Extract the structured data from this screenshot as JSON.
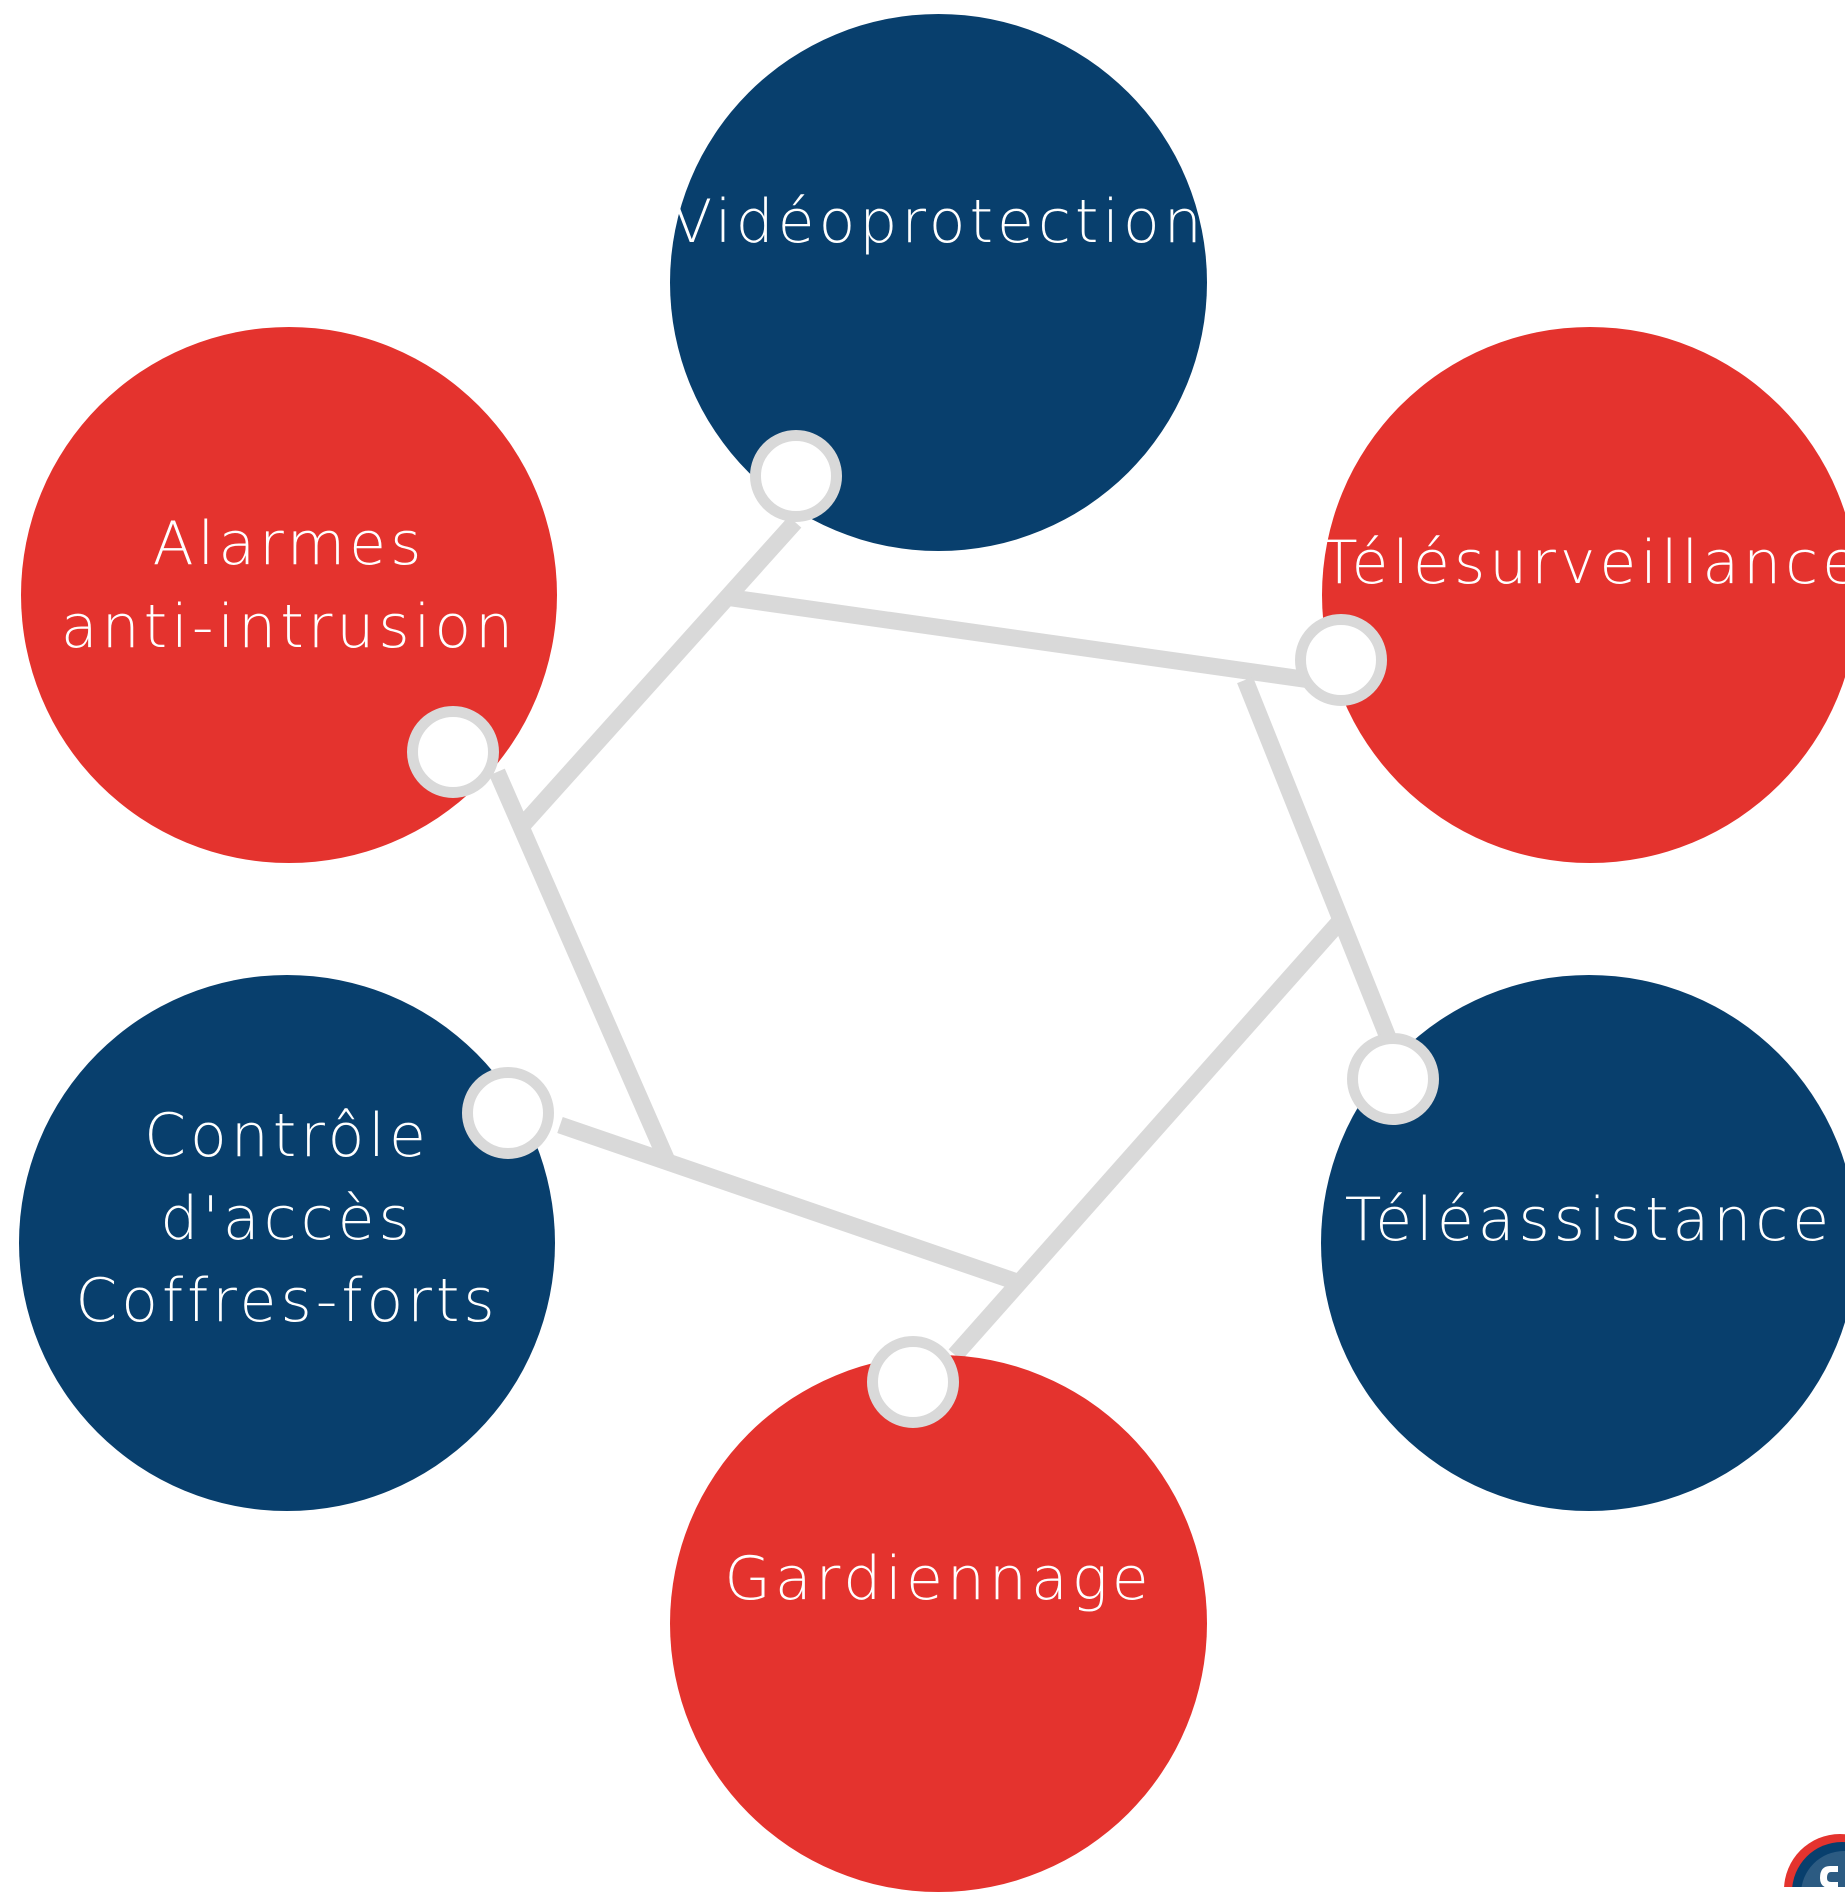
{
  "colors": {
    "red": "#e4332e",
    "navy": "#083f6d",
    "connector": "#d9d9d9",
    "background": "#ffffff"
  },
  "nodes": [
    {
      "id": "videoprotection",
      "label": "Vidéoprotection",
      "color": "navy"
    },
    {
      "id": "alarmes",
      "label": "Alarmes\nanti-intrusion",
      "color": "red"
    },
    {
      "id": "telesurveillance",
      "label": "Télésurveillance",
      "color": "red"
    },
    {
      "id": "controle",
      "label": "Contrôle d'accès\nCoffres-forts",
      "color": "navy"
    },
    {
      "id": "teleassistance",
      "label": "Téléassistance",
      "color": "navy"
    },
    {
      "id": "gardiennage",
      "label": "Gardiennage",
      "color": "red"
    }
  ],
  "logo": {
    "icon": "company-logo-icon"
  }
}
